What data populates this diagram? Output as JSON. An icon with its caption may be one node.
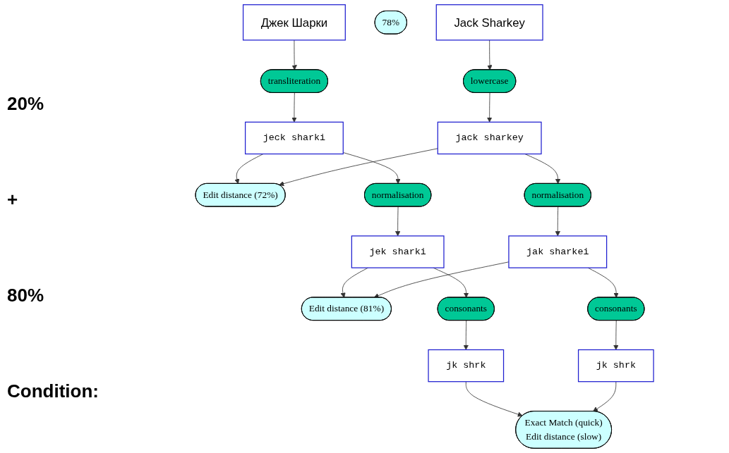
{
  "diagram": {
    "nodes": [
      {
        "text": [
          "Джек Шарки"
        ]
      },
      {
        "text": [
          "78%"
        ]
      },
      {
        "text": [
          "Jack Sharkey"
        ]
      },
      {
        "text": [
          "transliteration"
        ]
      },
      {
        "text": [
          "lowercase"
        ]
      },
      {
        "text": [
          "jeck sharki"
        ]
      },
      {
        "text": [
          "Edit distance (72%)"
        ]
      },
      {
        "text": [
          "jack sharkey"
        ]
      },
      {
        "text": [
          "normalisation"
        ]
      },
      {
        "text": [
          "normalisation"
        ]
      },
      {
        "text": [
          "jek sharki"
        ]
      },
      {
        "text": [
          "Edit distance (81%)"
        ]
      },
      {
        "text": [
          "jak sharkei"
        ]
      },
      {
        "text": [
          "consonants"
        ]
      },
      {
        "text": [
          "consonants"
        ]
      },
      {
        "text": [
          "jk shrk"
        ]
      },
      {
        "text": [
          "Exact Match (quick)",
          "Edit distance (slow)"
        ]
      },
      {
        "text": [
          "jk shrk"
        ]
      }
    ],
    "edges": [
      {
        "from": 0,
        "to": 3,
        "arrow": "to"
      },
      {
        "from": 3,
        "to": 5,
        "arrow": "to"
      },
      {
        "from": 5,
        "to": 6,
        "arrow": "to"
      },
      {
        "from": 5,
        "to": 8,
        "arrow": "to"
      },
      {
        "from": 8,
        "to": 10,
        "arrow": "to"
      },
      {
        "from": 10,
        "to": 11,
        "arrow": "to"
      },
      {
        "from": 10,
        "to": 13,
        "arrow": "to"
      },
      {
        "from": 13,
        "to": 15,
        "arrow": "to"
      },
      {
        "from": 15,
        "to": 16,
        "arrow": "to"
      },
      {
        "from": 2,
        "to": 4,
        "arrow": "to"
      },
      {
        "from": 4,
        "to": 7,
        "arrow": "to"
      },
      {
        "from": 7,
        "to": 6,
        "arrow": "to"
      },
      {
        "from": 7,
        "to": 9,
        "arrow": "to"
      },
      {
        "from": 9,
        "to": 12,
        "arrow": "to"
      },
      {
        "from": 12,
        "to": 11,
        "arrow": "to"
      },
      {
        "from": 12,
        "to": 14,
        "arrow": "to"
      },
      {
        "from": 14,
        "to": 17,
        "arrow": "to"
      },
      {
        "from": 17,
        "to": 16,
        "arrow": "to"
      }
    ],
    "labels": [
      "20%",
      "+",
      "80%",
      "Condition:"
    ]
  }
}
